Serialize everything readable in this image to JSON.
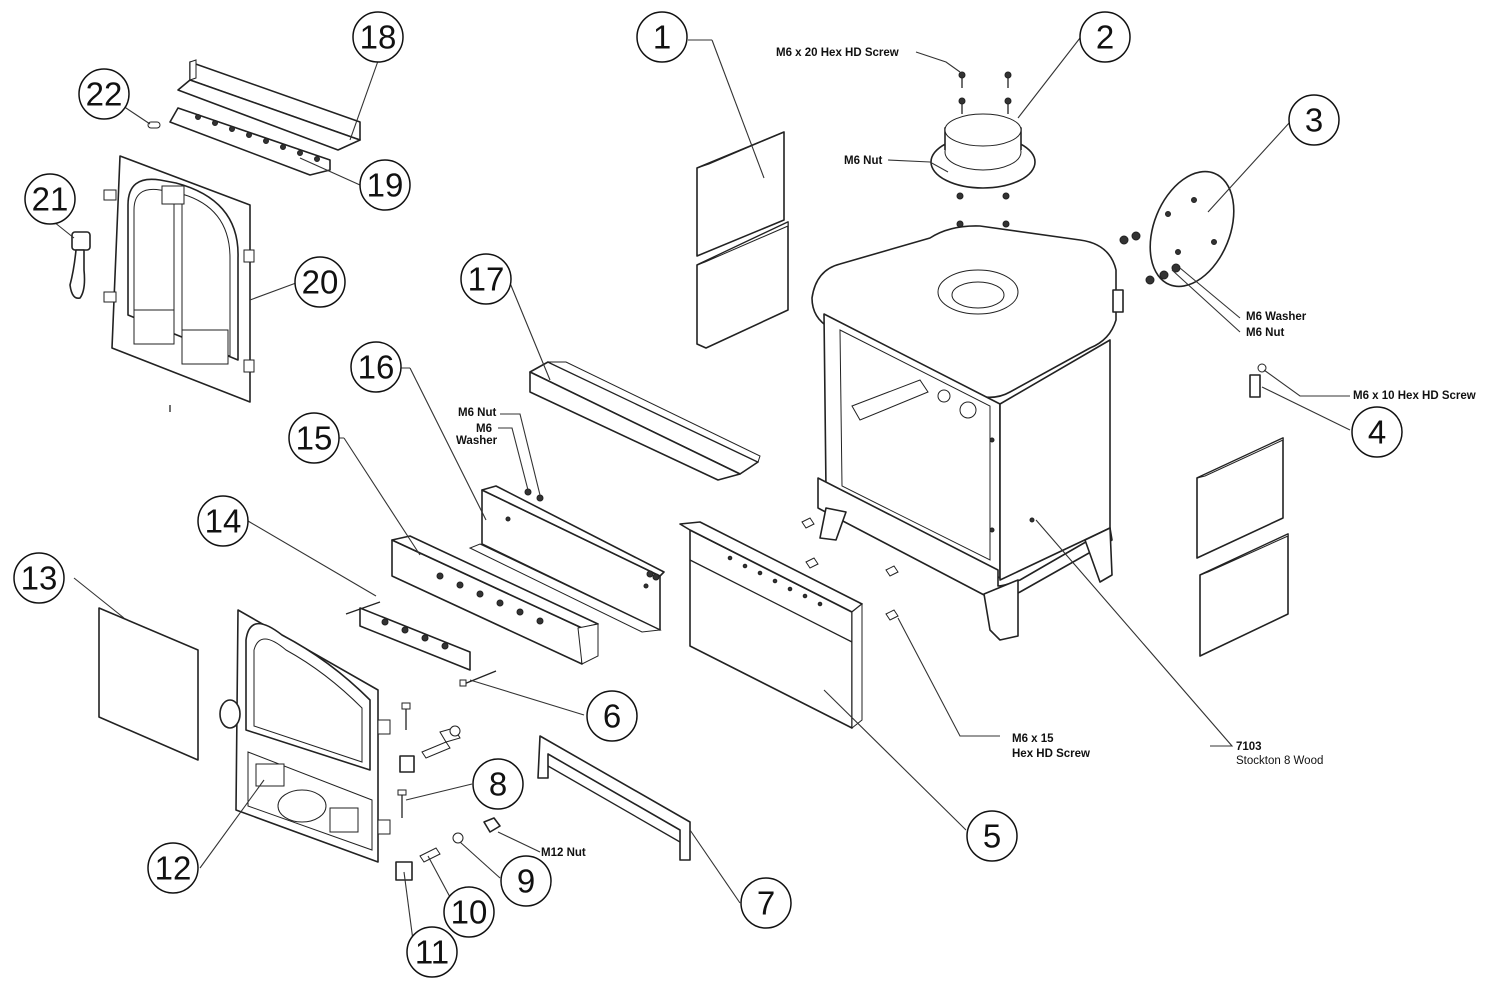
{
  "callouts": [
    "1",
    "2",
    "3",
    "4",
    "5",
    "6",
    "7",
    "8",
    "9",
    "10",
    "11",
    "12",
    "13",
    "14",
    "15",
    "16",
    "17",
    "18",
    "19",
    "20",
    "21",
    "22"
  ],
  "labels": {
    "m6x20": "M6 x 20 Hex HD Screw",
    "m6nut_top": "M6 Nut",
    "m6washer_right": "M6 Washer",
    "m6nut_right": "M6 Nut",
    "m6x10": "M6 x 10 Hex HD Screw",
    "m6nut_mid": "M6 Nut",
    "m6washer_mid_1": "M6",
    "m6washer_mid_2": "Washer",
    "m6x15_1": "M6 x 15",
    "m6x15_2": "Hex HD Screw",
    "m12nut": "M12 Nut",
    "model_code": "7103",
    "model_name": "Stockton 8 Wood"
  }
}
